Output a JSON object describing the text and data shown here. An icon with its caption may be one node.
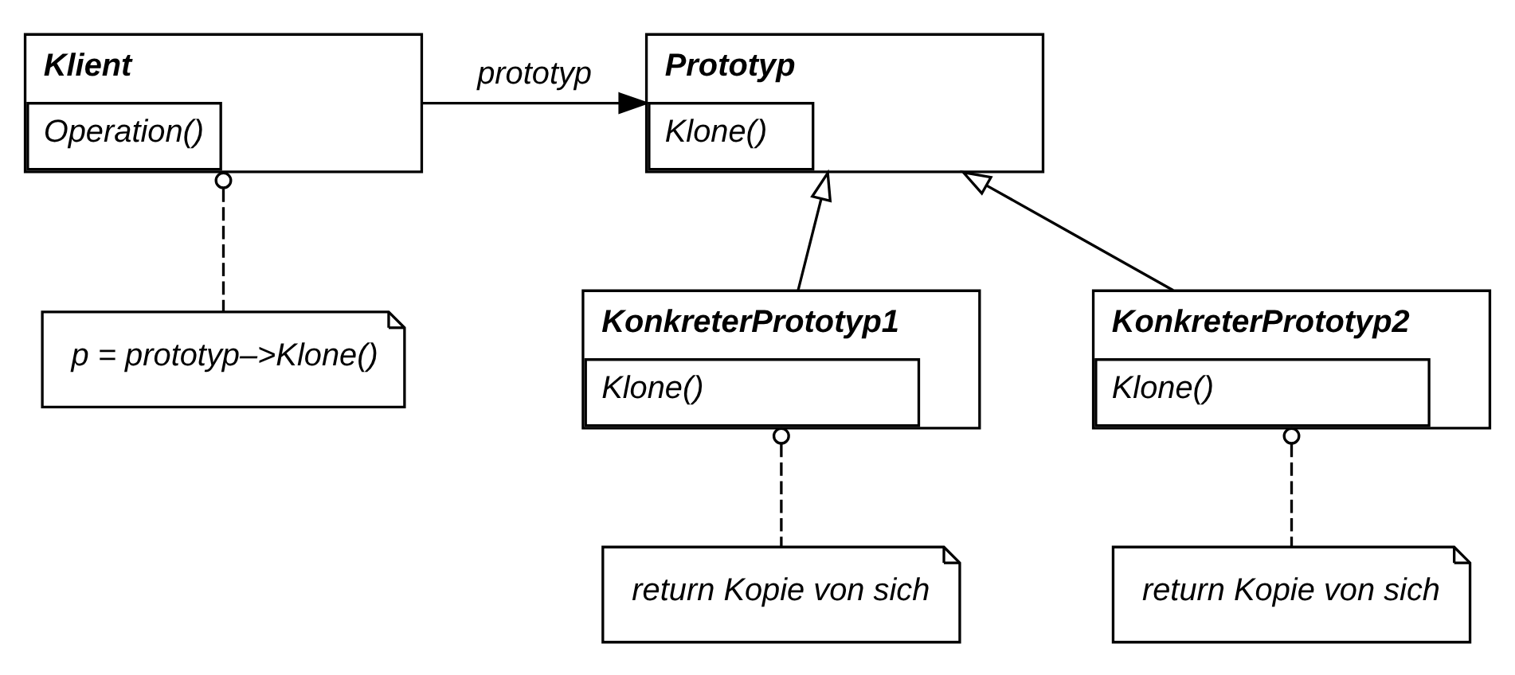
{
  "diagram": {
    "nodes": [
      {
        "text": [
          "Klient",
          "Operation()"
        ]
      },
      {
        "text": [
          "Prototyp",
          "Klone()"
        ]
      },
      {
        "text": [
          "p = prototyp–>Klone()"
        ]
      },
      {
        "text": [
          "KonkreterPrototyp1",
          "Klone()"
        ]
      },
      {
        "text": [
          "KonkreterPrototyp2",
          "Klone()"
        ]
      },
      {
        "text": [
          "return Kopie von sich"
        ]
      },
      {
        "text": [
          "return Kopie von sich"
        ]
      }
    ],
    "edges": [
      {
        "from": 0,
        "to": 1,
        "arrow": "to",
        "label": "prototyp"
      },
      {
        "from": 3,
        "to": 1,
        "arrow": "to"
      },
      {
        "from": 4,
        "to": 1,
        "arrow": "to"
      },
      {
        "from": 0,
        "to": 2,
        "arrow": "other",
        "style": "dashed"
      },
      {
        "from": 3,
        "to": 5,
        "arrow": "other",
        "style": "dashed"
      },
      {
        "from": 4,
        "to": 6,
        "arrow": "other",
        "style": "dashed"
      }
    ]
  }
}
